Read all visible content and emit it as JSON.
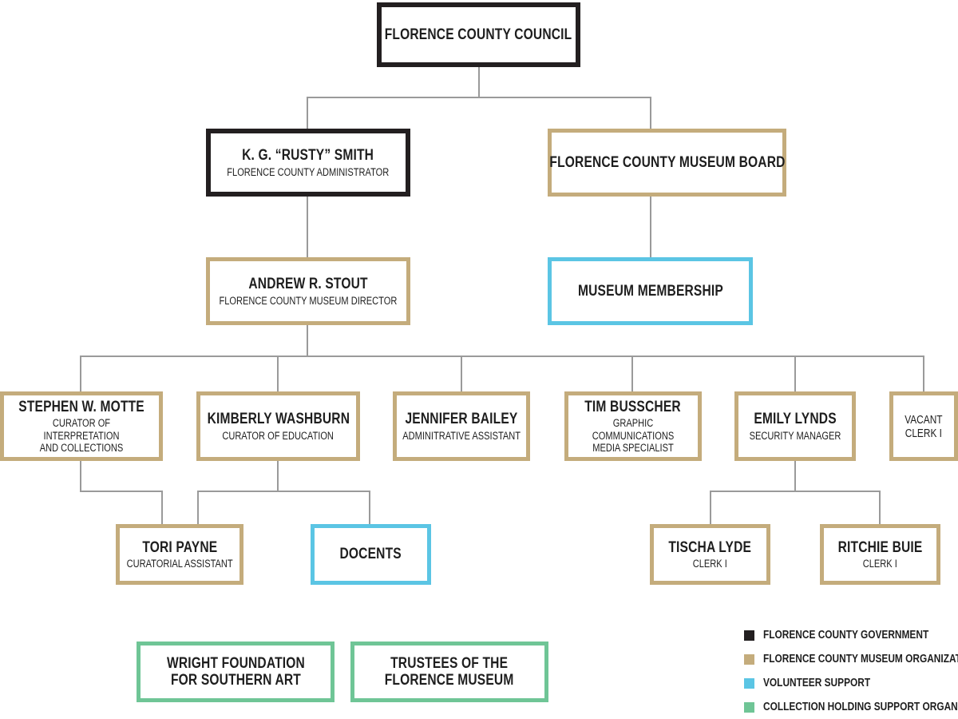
{
  "colors": {
    "government": "#231f20",
    "museum": "#c4ac7c",
    "volunteer": "#5bc5e4",
    "collection": "#6fc596",
    "connector": "#9a9a9a"
  },
  "council": {
    "name": "FLORENCE COUNTY COUNCIL"
  },
  "administrator": {
    "name": "K. G. “RUSTY” SMITH",
    "title": "FLORENCE COUNTY ADMINISTRATOR"
  },
  "museum_board": {
    "name": "FLORENCE COUNTY MUSEUM BOARD"
  },
  "director": {
    "name": "ANDREW R. STOUT",
    "title": "FLORENCE COUNTY MUSEUM DIRECTOR"
  },
  "membership": {
    "name": "MUSEUM MEMBERSHIP"
  },
  "staff": {
    "motte": {
      "name": "STEPHEN W. MOTTE",
      "title": "CURATOR OF INTERPRETATION\nAND COLLECTIONS"
    },
    "washburn": {
      "name": "KIMBERLY WASHBURN",
      "title": "CURATOR OF EDUCATION"
    },
    "bailey": {
      "name": "JENNIFER BAILEY",
      "title": "ADMINITRATIVE ASSISTANT"
    },
    "busscher": {
      "name": "TIM BUSSCHER",
      "title": "GRAPHIC COMMUNICATIONS\nMEDIA SPECIALIST"
    },
    "lynds": {
      "name": "EMILY LYNDS",
      "title": "SECURITY MANAGER"
    },
    "vacant": {
      "title": "VACANT\nCLERK I"
    }
  },
  "sub_staff": {
    "payne": {
      "name": "TORI PAYNE",
      "title": "CURATORIAL ASSISTANT"
    },
    "docents": {
      "name": "DOCENTS"
    },
    "lyde": {
      "name": "TISCHA LYDE",
      "title": "CLERK I"
    },
    "buie": {
      "name": "RITCHIE BUIE",
      "title": "CLERK I"
    }
  },
  "support_orgs": {
    "wright": {
      "name": "WRIGHT FOUNDATION\nFOR SOUTHERN ART"
    },
    "trustees": {
      "name": "TRUSTEES OF THE\nFLORENCE MUSEUM"
    }
  },
  "legend": [
    {
      "label": "FLORENCE COUNTY GOVERNMENT",
      "color": "#231f20"
    },
    {
      "label": "FLORENCE COUNTY MUSEUM ORGANIZATION",
      "color": "#c4ac7c"
    },
    {
      "label": "VOLUNTEER SUPPORT",
      "color": "#5bc5e4"
    },
    {
      "label": "COLLECTION HOLDING SUPPORT ORGANIZATION",
      "color": "#6fc596"
    }
  ]
}
